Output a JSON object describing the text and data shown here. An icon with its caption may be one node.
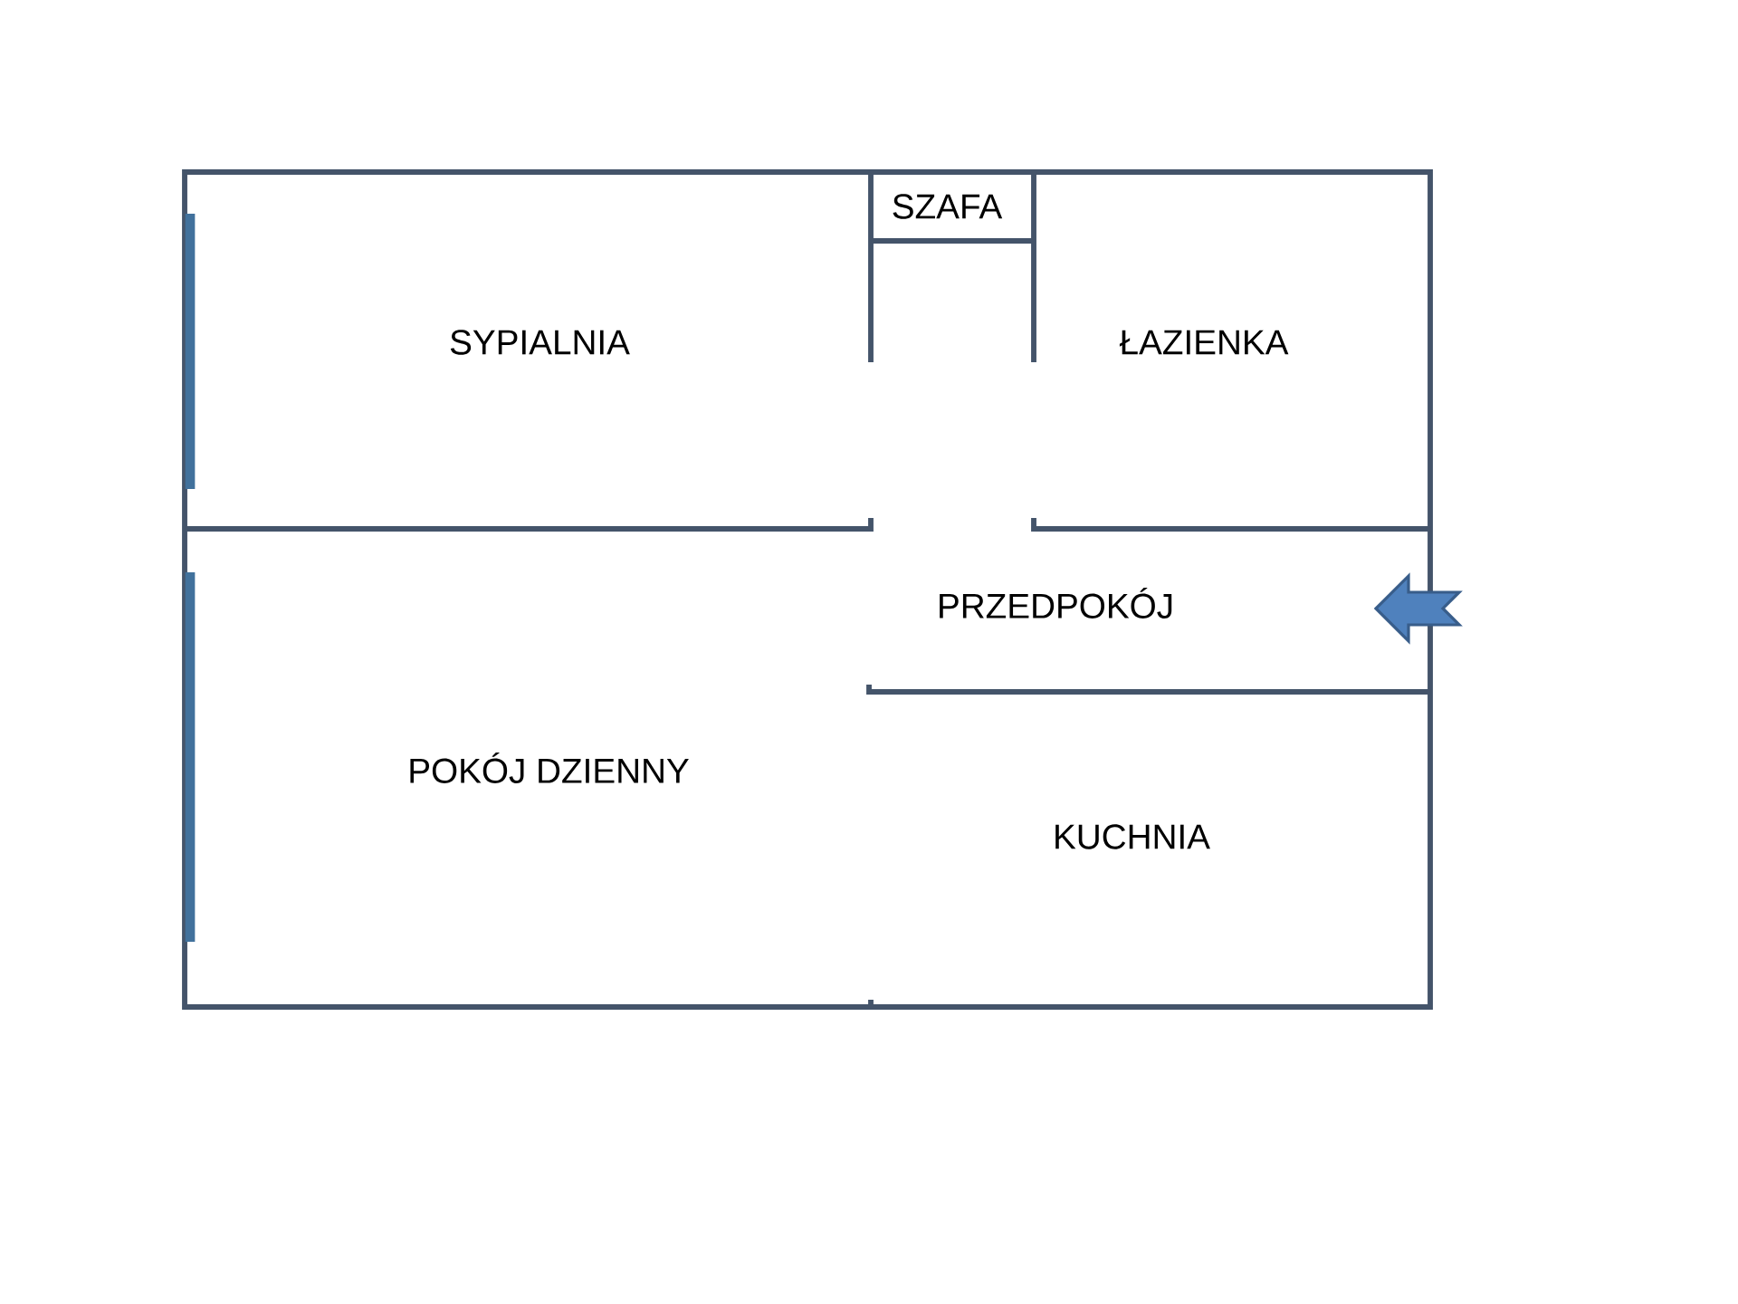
{
  "diagram": {
    "labels": [
      "SZAFA",
      "SYPIALNIA",
      "ŁAZIENKA",
      "PRZEDPOKÓJ",
      "POKÓJ DZIENNY",
      "KUCHNIA"
    ]
  }
}
